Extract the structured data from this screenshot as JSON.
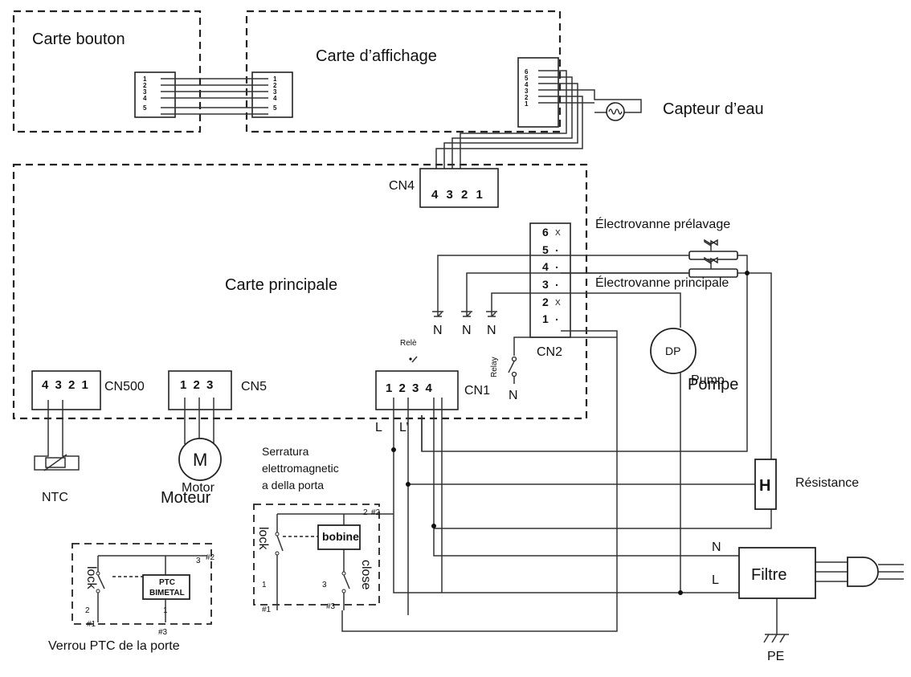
{
  "boards": {
    "button_board": "Carte bouton",
    "display_board": "Carte d’affichage",
    "main_board": "Carte principale"
  },
  "connectors": {
    "cn4": {
      "name": "CN4",
      "pins": "4 3 2 1"
    },
    "cn2": {
      "name": "CN2",
      "pins": [
        "6",
        "5",
        "4",
        "3",
        "2",
        "1"
      ],
      "marks": [
        "X",
        ".",
        ".",
        ".",
        "X",
        "."
      ]
    },
    "cn500": {
      "name": "CN500",
      "pins": "4 3 2 1"
    },
    "cn5": {
      "name": "CN5",
      "pins": "1 2 3"
    },
    "cn1": {
      "name": "CN1",
      "pins": "1 2 3  4"
    },
    "small_pins": [
      "1",
      "2",
      "3",
      "4",
      "5"
    ],
    "display_pins": [
      "6",
      "5",
      "4",
      "3",
      "2",
      "1"
    ]
  },
  "components": {
    "water_sensor": "Capteur d’eau",
    "prewash_valve": "Électrovanne prélavage",
    "main_valve": "Électrovanne principale",
    "pump_symbol": "DP",
    "pump_en": "Pump",
    "pump_fr": "Pompe",
    "heater_symbol": "H",
    "heater": "Résistance",
    "filter": "Filtre",
    "ntc": "NTC",
    "motor_symbol": "M",
    "motor_en": "Motor",
    "motor_fr": "Moteur",
    "relay_label": "Relè",
    "relay_vertical": "Relay",
    "n_label": "N",
    "pe": "PE",
    "line_l": "L",
    "line_l_prime": "L’",
    "filter_n": "N",
    "filter_l": "L"
  },
  "door_lock_electromagnetic": {
    "title_line1": "Serratura",
    "title_line2": "elettromagnetic",
    "title_line3": "a della porta",
    "coil": "bobine",
    "lock": "lock",
    "close": "close",
    "pin_2": "2",
    "pin_h2": "#2",
    "pin_1": "1",
    "pin_h1": "#1",
    "pin_3": "3",
    "pin_h3": "#3"
  },
  "door_lock_ptc": {
    "title": "Verrou PTC de la porte",
    "ptc_line1": "PTC",
    "ptc_line2": "BIMETAL",
    "lock": "lock",
    "pin_3": "3",
    "pin_h2": "#2",
    "pin_2": "2",
    "pin_h1": "#1",
    "pin_1": "1",
    "pin_h3": "#3"
  }
}
